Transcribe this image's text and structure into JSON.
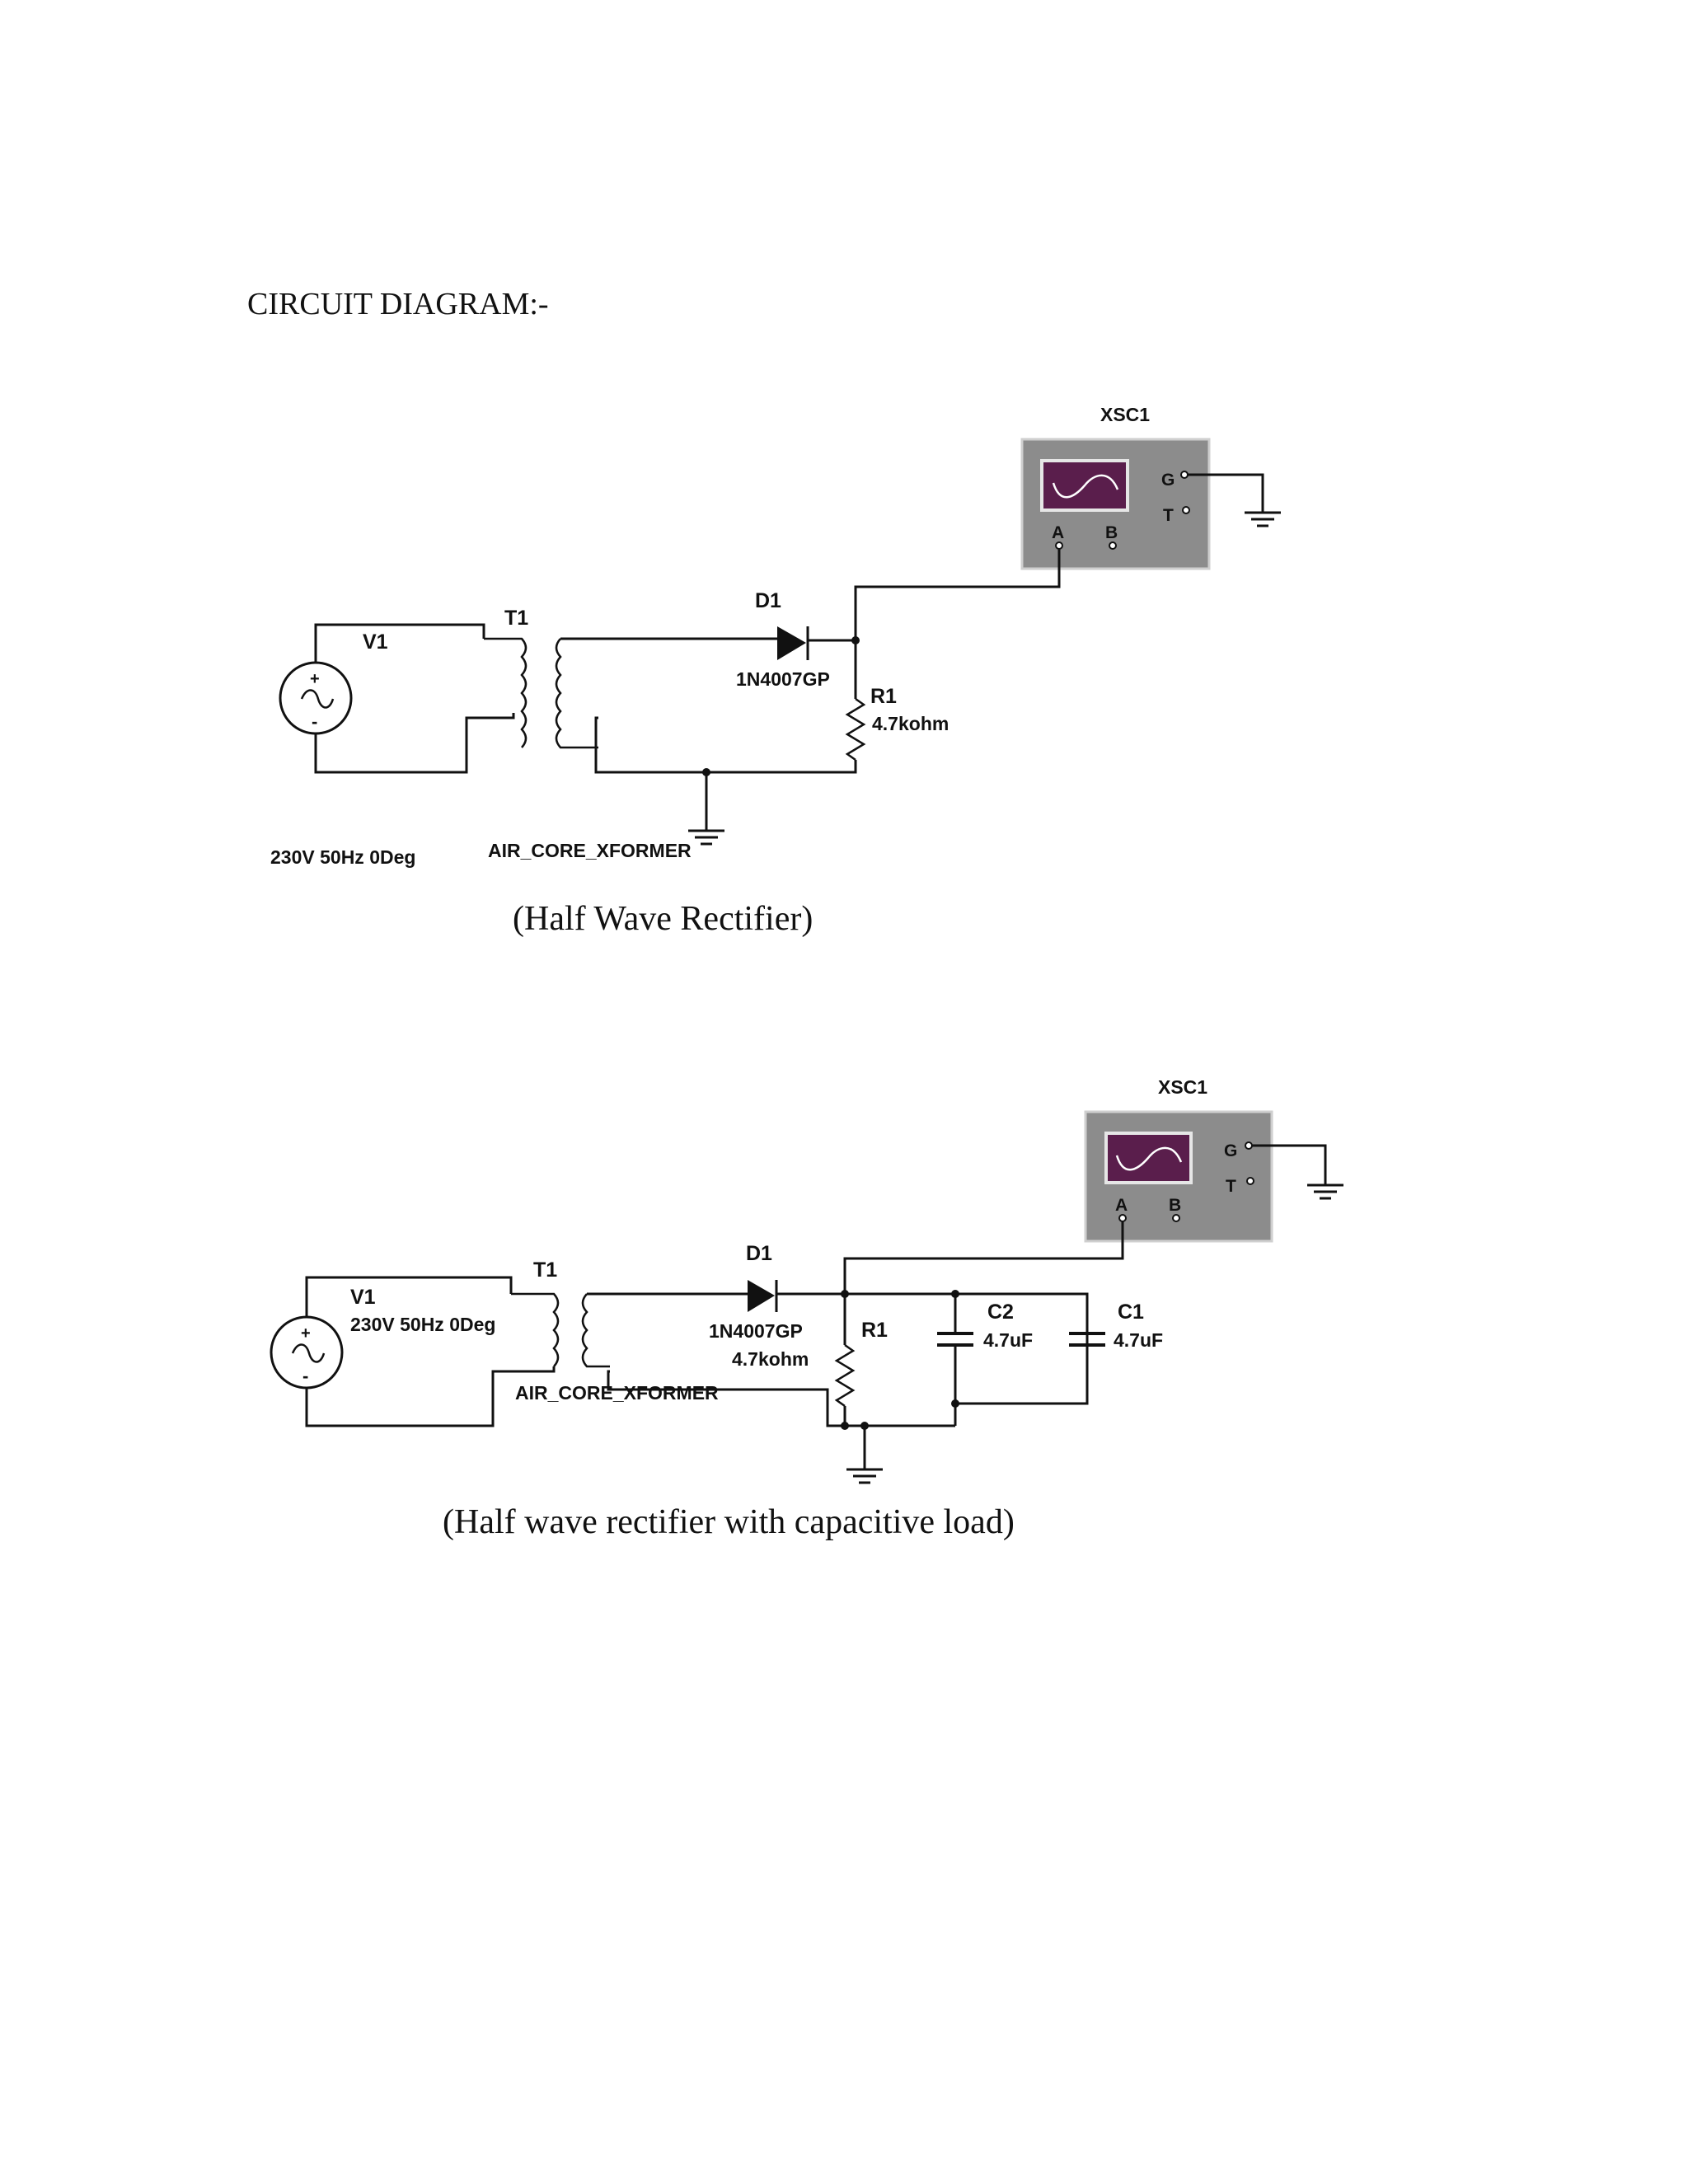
{
  "page": {
    "heading": "CIRCUIT DIAGRAM:-"
  },
  "circuit1": {
    "caption": "(Half Wave Rectifier)",
    "oscilloscope": {
      "name": "XSC1",
      "pin_a": "A",
      "pin_b": "B",
      "pin_g": "G",
      "pin_t": "T",
      "screen_color": "#5a1e4c",
      "body_color": "#8c8c8c"
    },
    "source": {
      "name": "V1",
      "value": "230V 50Hz 0Deg",
      "plus": "+",
      "minus": "-"
    },
    "transformer": {
      "name": "T1",
      "model": "AIR_CORE_XFORMER"
    },
    "diode": {
      "name": "D1",
      "model": "1N4007GP"
    },
    "resistor": {
      "name": "R1",
      "value": "4.7kohm"
    }
  },
  "circuit2": {
    "caption": "(Half wave rectifier with capacitive load)",
    "oscilloscope": {
      "name": "XSC1",
      "pin_a": "A",
      "pin_b": "B",
      "pin_g": "G",
      "pin_t": "T",
      "screen_color": "#5a1e4c",
      "body_color": "#8c8c8c"
    },
    "source": {
      "name": "V1",
      "value": "230V 50Hz 0Deg",
      "plus": "+",
      "minus": "-"
    },
    "transformer": {
      "name": "T1",
      "model": "AIR_CORE_XFORMER"
    },
    "diode": {
      "name": "D1",
      "model": "1N4007GP"
    },
    "resistor": {
      "name": "R1",
      "value": "4.7kohm"
    },
    "capacitor_c2": {
      "name": "C2",
      "value": "4.7uF"
    },
    "capacitor_c1": {
      "name": "C1",
      "value": "4.7uF"
    }
  }
}
